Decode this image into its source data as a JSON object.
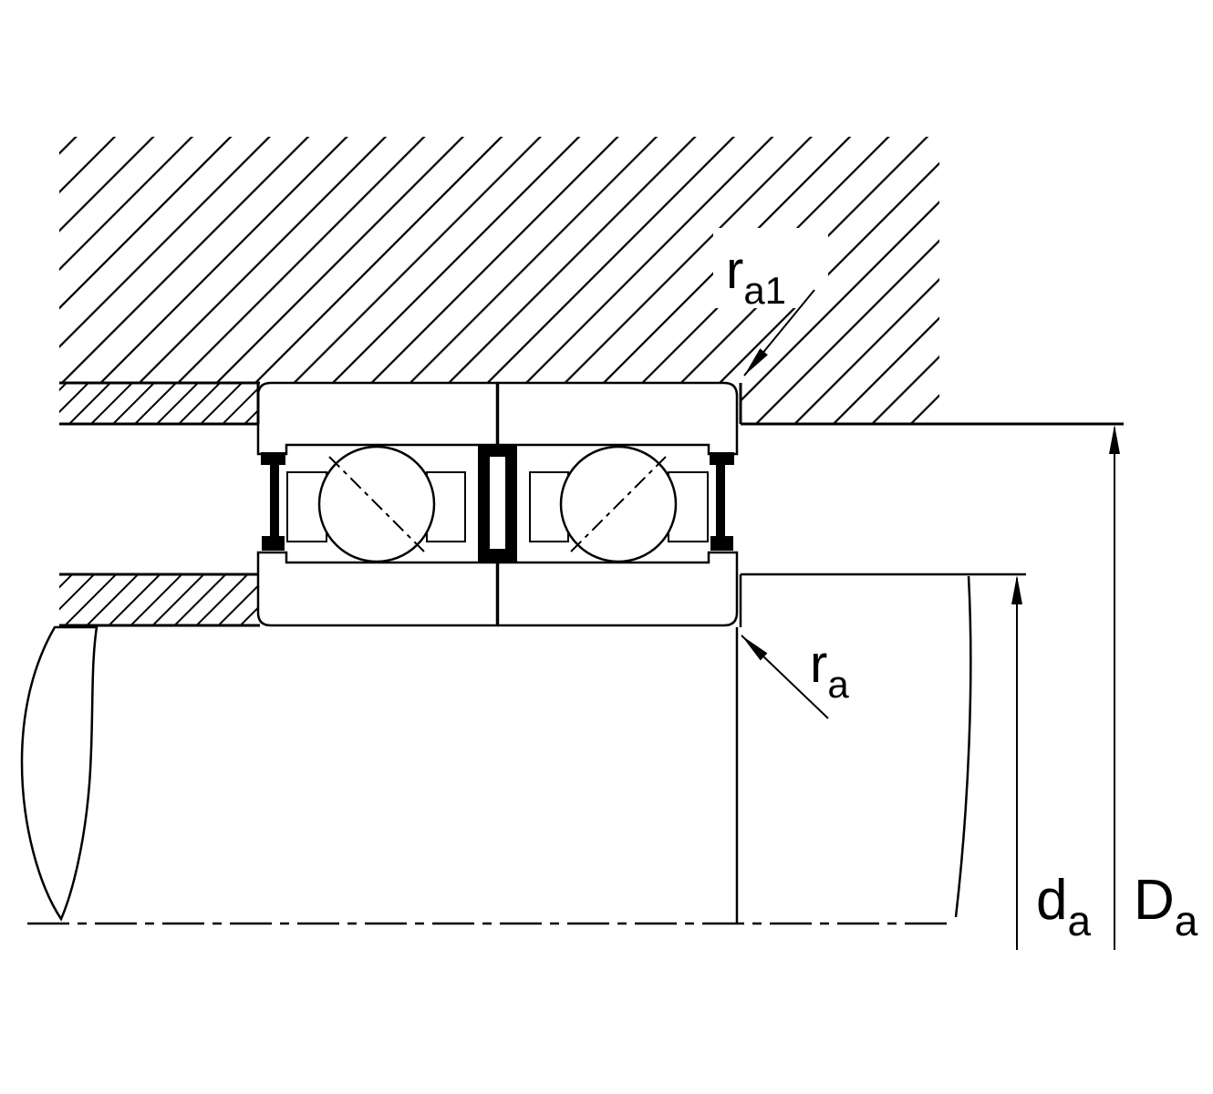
{
  "diagram": {
    "labels": {
      "ra1": {
        "symbol": "r",
        "subscript": "a1"
      },
      "ra": {
        "symbol": "r",
        "subscript": "a"
      },
      "da": {
        "symbol": "d",
        "subscript": "a"
      },
      "Da": {
        "symbol": "D",
        "subscript": "a"
      }
    },
    "colors": {
      "ink": "#000000",
      "paper": "#ffffff"
    }
  }
}
